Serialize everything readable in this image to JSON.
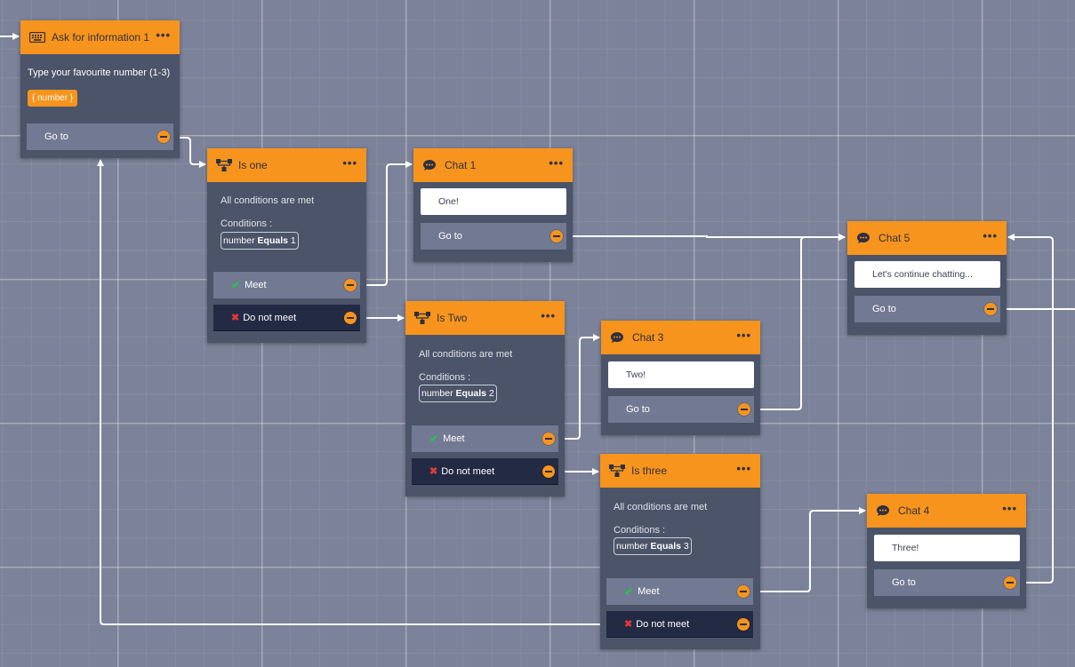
{
  "nodes": {
    "ask": {
      "title": "Ask for information 1",
      "icon": "keyboard-icon",
      "prompt": "Type your favourite number (1-3)",
      "variable": "{ number }",
      "goto_label": "Go to"
    },
    "is_one": {
      "title": "Is one",
      "icon": "condition-icon",
      "mode": "All conditions are met",
      "conditions_label": "Conditions :",
      "condition": {
        "field": "number",
        "op": "Equals",
        "value": "1"
      },
      "meet_label": "Meet",
      "no_meet_label": "Do not meet"
    },
    "chat1": {
      "title": "Chat 1",
      "icon": "chat-bubble-icon",
      "message": "One!",
      "goto_label": "Go to"
    },
    "is_two": {
      "title": "Is Two",
      "icon": "condition-icon",
      "mode": "All conditions are met",
      "conditions_label": "Conditions :",
      "condition": {
        "field": "number",
        "op": "Equals",
        "value": "2"
      },
      "meet_label": "Meet",
      "no_meet_label": "Do not meet"
    },
    "chat3": {
      "title": "Chat 3",
      "icon": "chat-bubble-icon",
      "message": "Two!",
      "goto_label": "Go to"
    },
    "chat5": {
      "title": "Chat 5",
      "icon": "chat-bubble-icon",
      "message": "Let's continue chatting...",
      "goto_label": "Go to"
    },
    "is_three": {
      "title": "Is three",
      "icon": "condition-icon",
      "mode": "All conditions are met",
      "conditions_label": "Conditions :",
      "condition": {
        "field": "number",
        "op": "Equals",
        "value": "3"
      },
      "meet_label": "Meet",
      "no_meet_label": "Do not meet"
    },
    "chat4": {
      "title": "Chat 4",
      "icon": "chat-bubble-icon",
      "message": "Three!",
      "goto_label": "Go to"
    }
  },
  "menu_glyph": "•••",
  "check_glyph": "✔",
  "cross_glyph": "✖",
  "colors": {
    "accent": "#f7941d",
    "canvas": "#7b8299",
    "node_body": "#4b5468",
    "port": "#717a92",
    "port_dark": "#232a44",
    "meet": "#27c24c",
    "no_meet": "#e03a3a"
  }
}
